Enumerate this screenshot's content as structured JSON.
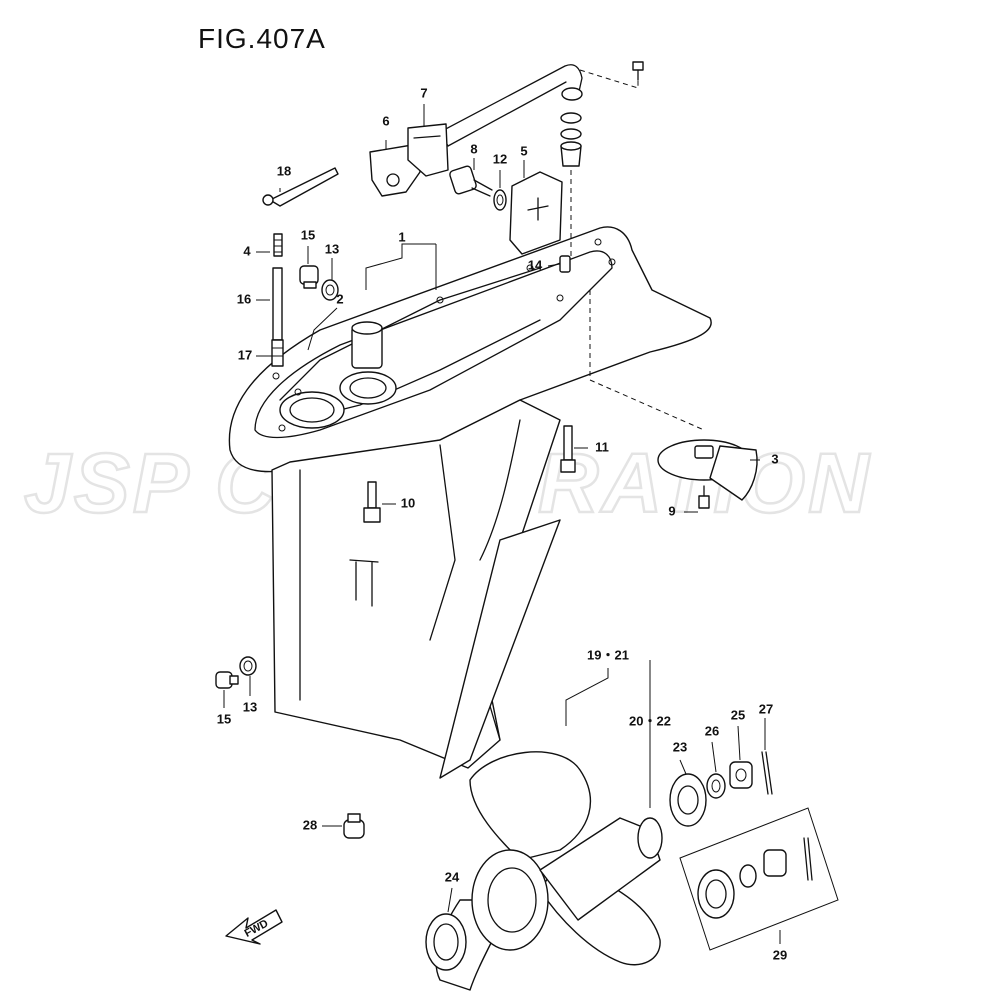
{
  "figure": {
    "title": "FIG.407A"
  },
  "watermark": "JSP CORPORATION",
  "fwd_label": "FWD",
  "callouts": {
    "c1": "1",
    "c2": "2",
    "c3": "3",
    "c4": "4",
    "c5": "5",
    "c6": "6",
    "c7": "7",
    "c8": "8",
    "c9": "9",
    "c10": "10",
    "c11": "11",
    "c12": "12",
    "c13a": "13",
    "c14": "14",
    "c15a": "15",
    "c16": "16",
    "c17": "17",
    "c18": "18",
    "c15b": "15",
    "c13b": "13",
    "c19_21": "19・21",
    "c20_22": "20・22",
    "c23": "23",
    "c24": "24",
    "c25": "25",
    "c26": "26",
    "c27": "27",
    "c28": "28",
    "c29": "29"
  }
}
